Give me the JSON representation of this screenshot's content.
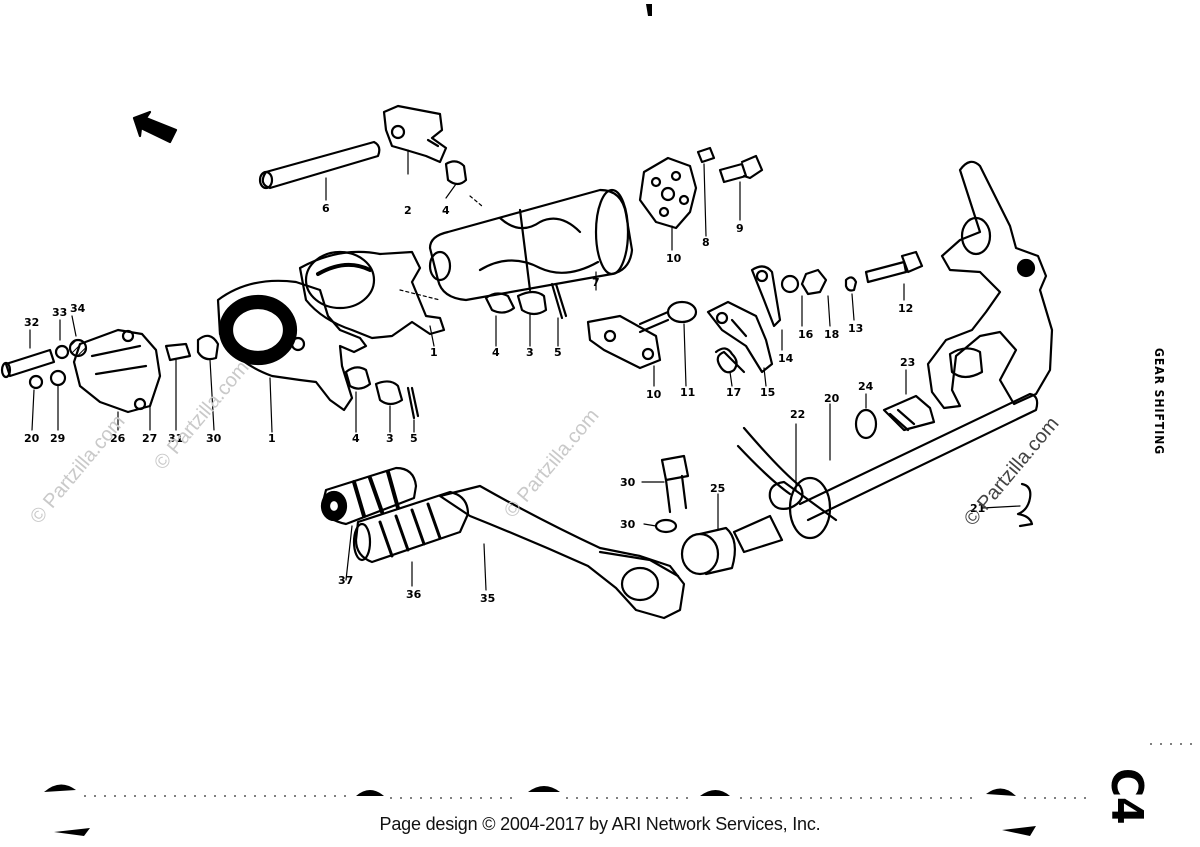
{
  "diagram": {
    "side_title": "GEAR SHIFTING",
    "page_code": "C4",
    "footer": "Page design © 2004-2017 by ARI Network Services, Inc.",
    "watermarks": [
      "© Partzilla.com",
      "© Partzilla.com",
      "© Partzilla.com",
      "© Partzilla.com"
    ],
    "callouts": [
      {
        "id": "c-6",
        "text": "6"
      },
      {
        "id": "c-2",
        "text": "2"
      },
      {
        "id": "c-4a",
        "text": "4"
      },
      {
        "id": "c-7",
        "text": "7"
      },
      {
        "id": "c-10a",
        "text": "10"
      },
      {
        "id": "c-8a",
        "text": "8"
      },
      {
        "id": "c-9",
        "text": "9"
      },
      {
        "id": "c-1a",
        "text": "1"
      },
      {
        "id": "c-4b",
        "text": "4"
      },
      {
        "id": "c-3a",
        "text": "3"
      },
      {
        "id": "c-5a",
        "text": "5"
      },
      {
        "id": "c-4c",
        "text": "4"
      },
      {
        "id": "c-3b",
        "text": "3"
      },
      {
        "id": "c-5b",
        "text": "5"
      },
      {
        "id": "c-1b",
        "text": "1"
      },
      {
        "id": "c-32",
        "text": "32"
      },
      {
        "id": "c-33",
        "text": "33"
      },
      {
        "id": "c-34",
        "text": "34"
      },
      {
        "id": "c-20a",
        "text": "20"
      },
      {
        "id": "c-29",
        "text": "29"
      },
      {
        "id": "c-26",
        "text": "26"
      },
      {
        "id": "c-27",
        "text": "27"
      },
      {
        "id": "c-31",
        "text": "31"
      },
      {
        "id": "c-30a",
        "text": "30"
      },
      {
        "id": "c-10b",
        "text": "10"
      },
      {
        "id": "c-11",
        "text": "11"
      },
      {
        "id": "c-17",
        "text": "17"
      },
      {
        "id": "c-15",
        "text": "15"
      },
      {
        "id": "c-14",
        "text": "14"
      },
      {
        "id": "c-16",
        "text": "16"
      },
      {
        "id": "c-18",
        "text": "18"
      },
      {
        "id": "c-13",
        "text": "13"
      },
      {
        "id": "c-12",
        "text": "12"
      },
      {
        "id": "c-24",
        "text": "24"
      },
      {
        "id": "c-23",
        "text": "23"
      },
      {
        "id": "c-22",
        "text": "22"
      },
      {
        "id": "c-20b",
        "text": "20"
      },
      {
        "id": "c-21",
        "text": "21"
      },
      {
        "id": "c-30b",
        "text": "30"
      },
      {
        "id": "c-30c",
        "text": "30"
      },
      {
        "id": "c-25",
        "text": "25"
      },
      {
        "id": "c-37",
        "text": "37"
      },
      {
        "id": "c-36",
        "text": "36"
      },
      {
        "id": "c-35",
        "text": "35"
      }
    ]
  }
}
